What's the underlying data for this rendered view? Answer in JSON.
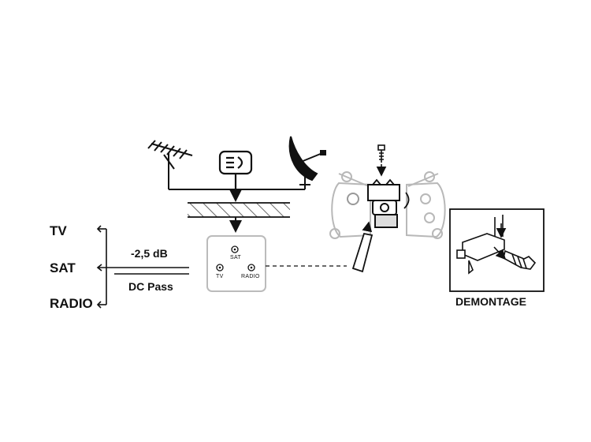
{
  "outputs": {
    "tv": "TV",
    "sat": "SAT",
    "radio": "RADIO"
  },
  "attenuation": "-2,5 dB",
  "dc_pass": "DC Pass",
  "socket_ports": {
    "sat": "SAT",
    "tv": "TV",
    "radio": "RADIO"
  },
  "demontage": "DEMONTAGE",
  "icons": [
    "antenna-icon",
    "indoor-antenna-icon",
    "satellite-dish-icon",
    "screw-icon",
    "wall-socket-mounting-icon",
    "cable-connector-icon"
  ]
}
